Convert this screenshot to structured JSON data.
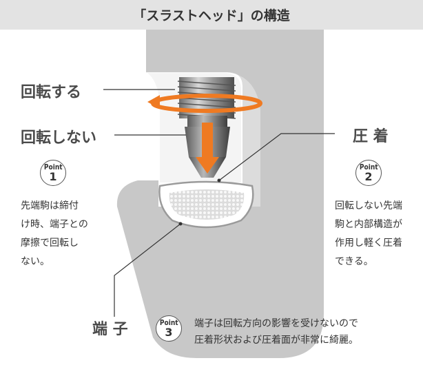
{
  "header": {
    "title": "「スラストヘッド」の構造"
  },
  "labels": {
    "rotating": "回転する",
    "non_rotating": "回転しない",
    "crimp": "圧 着",
    "terminal": "端 子"
  },
  "points": [
    {
      "word": "Point",
      "number": "1"
    },
    {
      "word": "Point",
      "number": "2"
    },
    {
      "word": "Point",
      "number": "3"
    }
  ],
  "descriptions": {
    "point1": [
      "先端駒は締付",
      "け時、端子との",
      "摩擦で回転し",
      "ない。"
    ],
    "point2": [
      "回転しない先端",
      "駒と内部構造が",
      "作用し軽く圧着",
      "できる。"
    ],
    "point3": [
      "端子は回転方向の影響を受けないので",
      "圧着形状および圧着面が非常に綺麗。"
    ]
  },
  "colors": {
    "frame": "#c8c8c8",
    "frame_inner": "#e8e8e8",
    "rotation_arrow": "#ef7a22",
    "press_arrow": "#ef7a22",
    "header_bg": "#e3e3e3"
  },
  "icons": [
    "rotation-arrow-icon",
    "press-arrow-icon"
  ]
}
